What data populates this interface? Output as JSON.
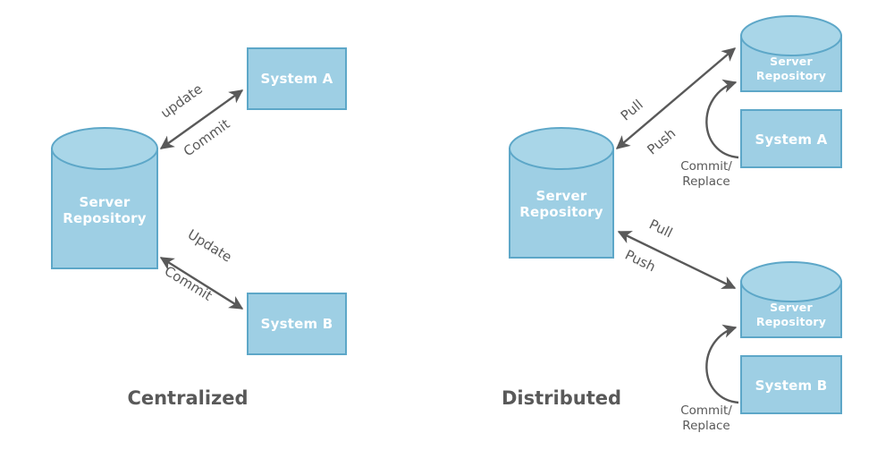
{
  "diagram": {
    "title_visible": false,
    "colors": {
      "shape_fill": "#9ecfe4",
      "shape_top_fill": "#a9d6e8",
      "shape_stroke": "#5da7c8",
      "arrow_color": "#595959",
      "shape_text": "#ffffff",
      "caption_text": "#595959",
      "background": "#ffffff"
    },
    "panels": [
      {
        "id": "centralized",
        "caption": "Centralized",
        "nodes": [
          {
            "id": "central-server-repo",
            "type": "cylinder",
            "label_line1": "Server",
            "label_line2": "Repository"
          },
          {
            "id": "central-system-a",
            "type": "box",
            "label": "System  A"
          },
          {
            "id": "central-system-b",
            "type": "box",
            "label": "System  B"
          }
        ],
        "edges": [
          {
            "id": "central-a-link",
            "from": "central-server-repo",
            "to": "central-system-a",
            "arrowheads": "both",
            "label_upper": "update",
            "label_lower": "Commit"
          },
          {
            "id": "central-b-link",
            "from": "central-server-repo",
            "to": "central-system-b",
            "arrowheads": "both",
            "label_upper": "Update",
            "label_lower": "Commit"
          }
        ]
      },
      {
        "id": "distributed",
        "caption": "Distributed",
        "nodes": [
          {
            "id": "dist-central-repo",
            "type": "cylinder",
            "label_line1": "Server",
            "label_line2": "Repository"
          },
          {
            "id": "dist-repo-a",
            "type": "cylinder",
            "label_line1": "Server",
            "label_line2": "Repository"
          },
          {
            "id": "dist-system-a",
            "type": "box",
            "label": "System  A"
          },
          {
            "id": "dist-repo-b",
            "type": "cylinder",
            "label_line1": "Server",
            "label_line2": "Repository"
          },
          {
            "id": "dist-system-b",
            "type": "box",
            "label": "System  B"
          }
        ],
        "edges": [
          {
            "id": "dist-a-link",
            "from": "dist-central-repo",
            "to": "dist-repo-a",
            "arrowheads": "both",
            "label_upper": "Pull",
            "label_lower": "Push"
          },
          {
            "id": "dist-a-commit",
            "from": "dist-system-a",
            "to": "dist-repo-a",
            "arrowheads": "end",
            "label_line1": "Commit/",
            "label_line2": "Replace"
          },
          {
            "id": "dist-b-link",
            "from": "dist-central-repo",
            "to": "dist-repo-b",
            "arrowheads": "both",
            "label_upper": "Pull",
            "label_lower": "Push"
          },
          {
            "id": "dist-b-commit",
            "from": "dist-system-b",
            "to": "dist-repo-b",
            "arrowheads": "end",
            "label_line1": "Commit/",
            "label_line2": "Replace"
          }
        ]
      }
    ]
  }
}
